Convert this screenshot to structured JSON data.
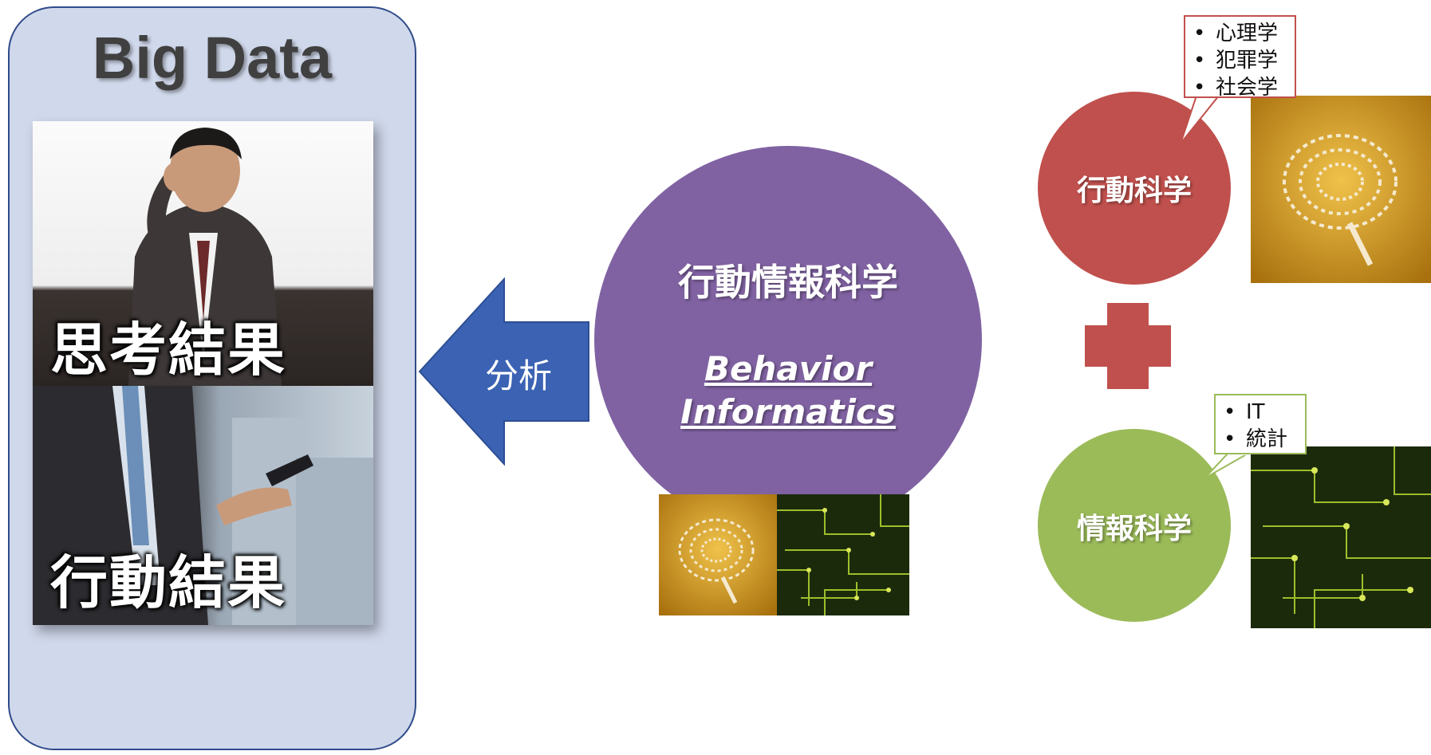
{
  "left_panel": {
    "title": "Big Data",
    "photos": [
      {
        "caption": "思考結果"
      },
      {
        "caption": "行動結果"
      }
    ]
  },
  "arrow": {
    "label": "分析"
  },
  "center": {
    "title": "行動情報科学",
    "english_line1": "Behavior",
    "english_line2": "Informatics"
  },
  "behavior_science": {
    "label": "行動科学",
    "subfields": [
      "心理学",
      "犯罪学",
      "社会学"
    ]
  },
  "information_science": {
    "label": "情報科学",
    "subfields": [
      "IT",
      "統計"
    ]
  },
  "colors": {
    "panel_fill": "#d0d8eb",
    "panel_border": "#2f4b8a",
    "arrow": "#3b62b3",
    "center_circle": "#8062a2",
    "behavior": "#c0504d",
    "information": "#9bbb59"
  },
  "icons": [
    "plus-icon",
    "left-arrow-icon",
    "brain-circuit-image",
    "circuit-board-image"
  ]
}
